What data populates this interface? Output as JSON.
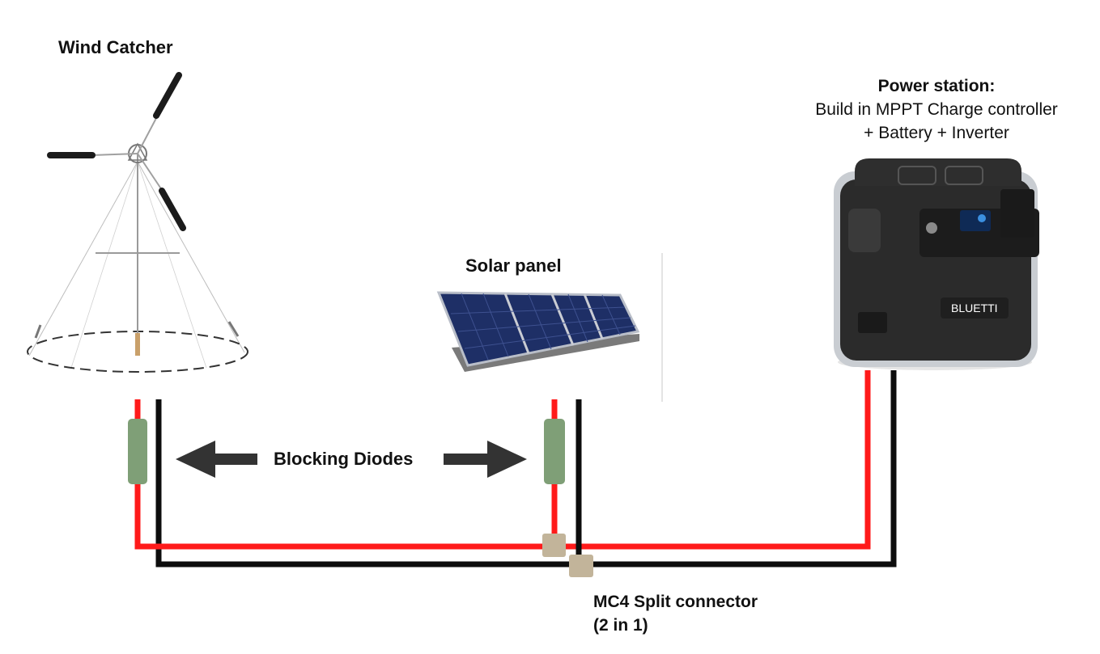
{
  "wind_catcher": {
    "title": "Wind Catcher"
  },
  "solar_panel": {
    "title": "Solar panel"
  },
  "power_station": {
    "title": "Power station:",
    "line1": "Build in MPPT Charge controller",
    "line2": "+ Battery + Inverter",
    "brand": "BLUETTI"
  },
  "diodes": {
    "label": "Blocking Diodes"
  },
  "connector": {
    "line1": "MC4 Split connector",
    "line2": "(2 in 1)"
  },
  "colors": {
    "positive_wire": "#ff1a1a",
    "negative_wire": "#0d0d0d",
    "diode": "#7f9f77",
    "connector": "#c2b49a",
    "solar_cell": "#1e2f66",
    "station_body": "#2b2b2b",
    "station_frame": "#c9cdd2"
  }
}
